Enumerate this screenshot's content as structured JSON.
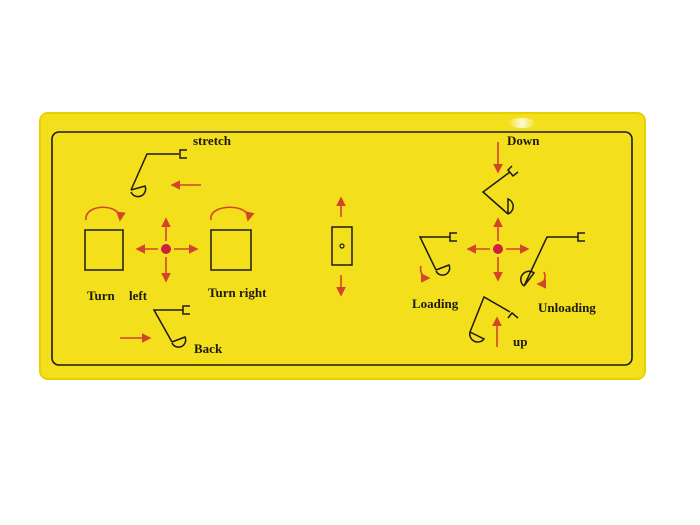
{
  "label": {
    "colors": {
      "plate": "#f3df1c",
      "border": "#1d1a10",
      "arrow": "#d2452a",
      "dot": "#cf1f3e"
    },
    "left_panel": {
      "stretch": "stretch",
      "turn": "Turn",
      "left": "left",
      "turn_right": "Turn right",
      "back": "Back"
    },
    "right_panel": {
      "down": "Down",
      "loading": "Loading",
      "unloading": "Unloading",
      "up": "up"
    }
  }
}
